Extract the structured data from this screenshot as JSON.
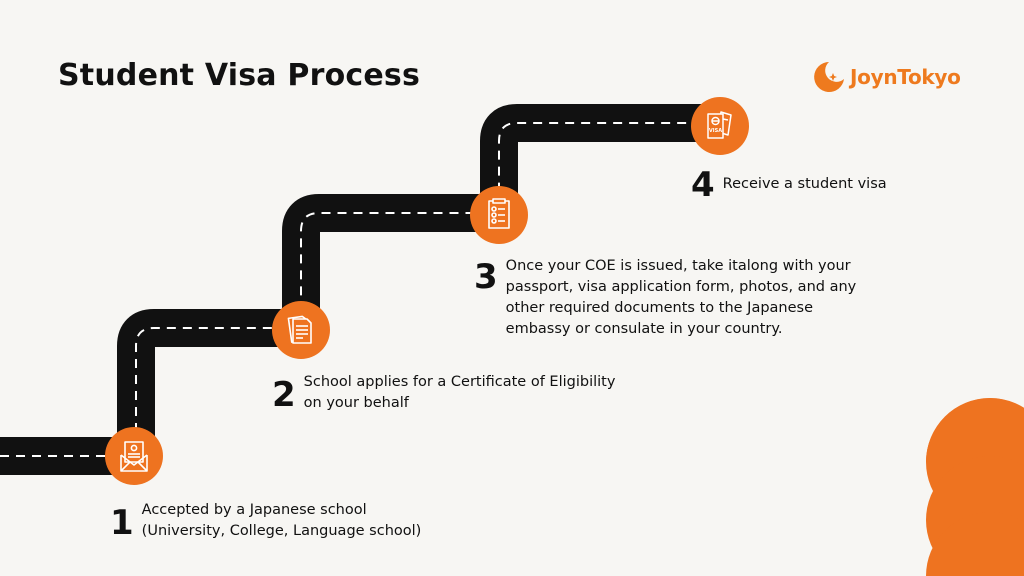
{
  "title": "Student Visa Process",
  "logo": {
    "text": "JoynTokyo",
    "icon": "crescent-star-icon",
    "color": "#ee7a1e"
  },
  "accent_color": "#ee7320",
  "road_color": "#111111",
  "steps": [
    {
      "number": "1",
      "lines": [
        "Accepted by a Japanese school",
        "(University, College, Language school)"
      ],
      "icon": "envelope-letter-icon"
    },
    {
      "number": "2",
      "lines": [
        "School applies for a Certificate of Eligibility",
        "on your behalf"
      ],
      "icon": "documents-icon"
    },
    {
      "number": "3",
      "lines": [
        "Once your COE is issued, take italong with your",
        "passport, visa application form, photos, and any",
        "other required documents to the Japanese",
        "embassy or consulate in your country."
      ],
      "icon": "checklist-icon"
    },
    {
      "number": "4",
      "lines": [
        "Receive a student visa"
      ],
      "icon": "visa-passport-icon"
    }
  ]
}
